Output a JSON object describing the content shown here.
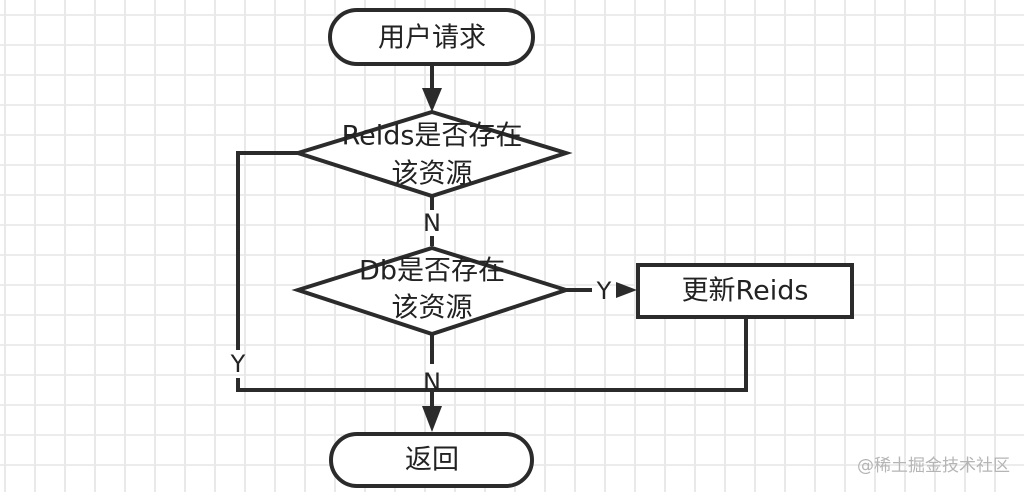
{
  "diagram": {
    "type": "flowchart",
    "nodes": {
      "start": {
        "shape": "terminator",
        "label": "用户请求"
      },
      "decision_redis": {
        "shape": "decision",
        "label_line1": "Reids是否存在",
        "label_line2": "该资源"
      },
      "decision_db": {
        "shape": "decision",
        "label_line1": "Db是否存在",
        "label_line2": "该资源"
      },
      "update_redis": {
        "shape": "process",
        "label": "更新Reids"
      },
      "end": {
        "shape": "terminator",
        "label": "返回"
      }
    },
    "edges": [
      {
        "from": "start",
        "to": "decision_redis",
        "label": ""
      },
      {
        "from": "decision_redis",
        "to": "decision_db",
        "label": "N"
      },
      {
        "from": "decision_redis",
        "to": "end",
        "label": "Y"
      },
      {
        "from": "decision_db",
        "to": "update_redis",
        "label": "Y"
      },
      {
        "from": "decision_db",
        "to": "end",
        "label": "N"
      },
      {
        "from": "update_redis",
        "to": "end",
        "label": ""
      }
    ],
    "edge_labels": {
      "redis_no": "N",
      "redis_yes": "Y",
      "db_yes": "Y",
      "db_no": "N"
    }
  },
  "watermark": "@稀土掘金技术社区",
  "colors": {
    "stroke": "#2b2b2b",
    "grid": "#e9e9e9",
    "background": "#ffffff",
    "watermark": "#b5b5b5"
  }
}
